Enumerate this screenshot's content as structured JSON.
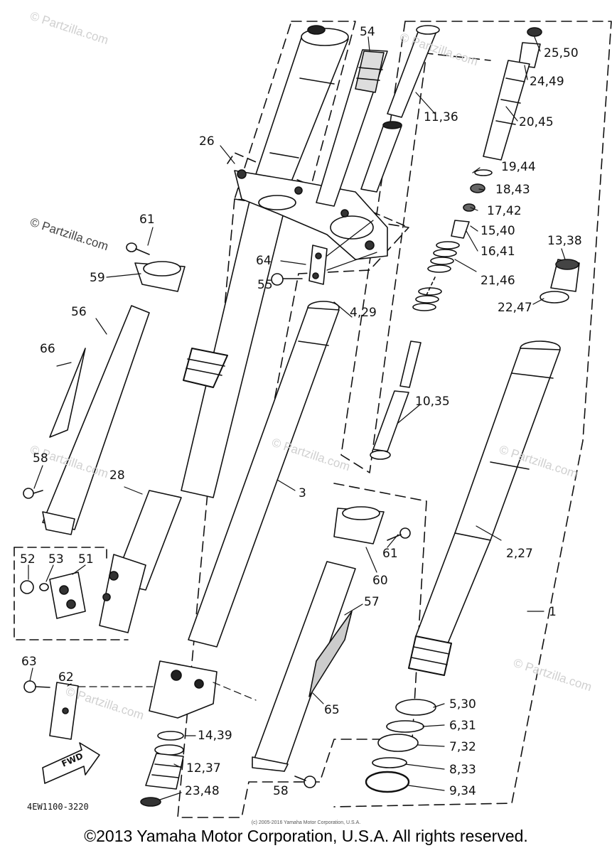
{
  "watermarks": [
    "© Partzilla.com",
    "© Partzilla.com",
    "© Partzilla.com",
    "© Partzilla.com",
    "© Partzilla.com",
    "© Partzilla.com",
    "© Partzilla.com",
    "© Partzilla.com"
  ],
  "labels": {
    "p54": "54",
    "p11_36": "11,36",
    "p25_50": "25,50",
    "p24_49": "24,49",
    "p20_45": "20,45",
    "p19_44": "19,44",
    "p18_43": "18,43",
    "p17_42": "17,42",
    "p15_40": "15,40",
    "p16_41": "16,41",
    "p13_38": "13,38",
    "p21_46": "21,46",
    "p22_47": "22,47",
    "p26": "26",
    "p61a": "61",
    "p59": "59",
    "p64": "64",
    "p55": "55",
    "p4_29": "4,29",
    "p56": "56",
    "p66": "66",
    "p10_35": "10,35",
    "p58a": "58",
    "p28": "28",
    "p3": "3",
    "p52": "52",
    "p53": "53",
    "p51": "51",
    "p61b": "61",
    "p60": "60",
    "p2_27": "2,27",
    "p57": "57",
    "p1": "1",
    "p63": "63",
    "p62": "62",
    "p65": "65",
    "p5_30": "5,30",
    "p6_31": "6,31",
    "p14_39": "14,39",
    "p7_32": "7,32",
    "p12_37": "12,37",
    "p8_33": "8,33",
    "p23_48": "23,48",
    "p58b": "58",
    "p9_34": "9,34",
    "fwd": "FWD"
  },
  "diagram_code": "4EW1100-3220",
  "small_copyright": "(c) 2005-2016 Yamaha Motor Corporation, U.S.A.",
  "copyright": "©2013 Yamaha Motor Corporation, U.S.A. All rights reserved."
}
